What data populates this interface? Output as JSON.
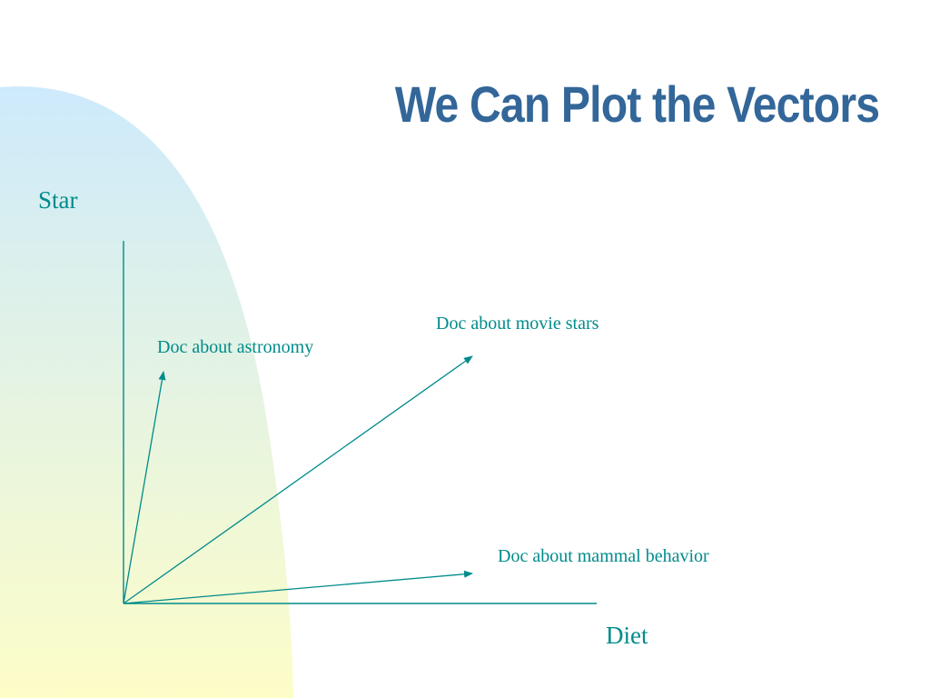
{
  "slide": {
    "title": "We Can Plot the Vectors"
  },
  "axes": {
    "y_label": "Star",
    "x_label": "Diet"
  },
  "vectors": [
    {
      "label": "Doc about astronomy",
      "direction": "mostly Star, slightly Diet"
    },
    {
      "label": "Doc about movie stars",
      "direction": "both Star and Diet"
    },
    {
      "label": "Doc about mammal behavior",
      "direction": "mostly Diet, slightly Star"
    }
  ],
  "colors": {
    "title": "#336699",
    "diagram": "#008b8b",
    "background": "#ffffff",
    "gradient_top": "#cdeafc",
    "gradient_bottom": "#fdfdc8"
  }
}
